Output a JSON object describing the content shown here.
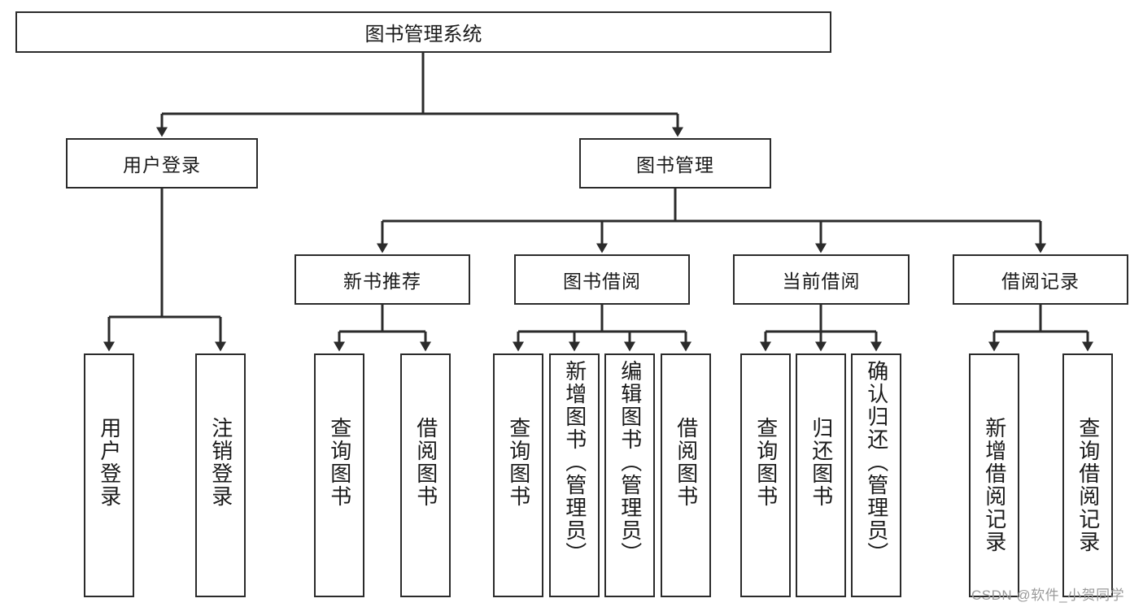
{
  "diagram": {
    "title": "图书管理系统",
    "type": "tree-hierarchy",
    "root": {
      "label": "图书管理系统"
    },
    "level2": [
      {
        "label": "用户登录"
      },
      {
        "label": "图书管理"
      }
    ],
    "level3": [
      {
        "label": "新书推荐"
      },
      {
        "label": "图书借阅"
      },
      {
        "label": "当前借阅"
      },
      {
        "label": "借阅记录"
      }
    ],
    "leaves": {
      "user_login": [
        {
          "label": "用户登录"
        },
        {
          "label": "注销登录"
        }
      ],
      "new_book_recommend": [
        {
          "label": "查询图书"
        },
        {
          "label": "借阅图书"
        }
      ],
      "book_borrow": [
        {
          "label": "查询图书"
        },
        {
          "label": "新增图书（管理员）"
        },
        {
          "label": "编辑图书（管理员）"
        },
        {
          "label": "借阅图书"
        }
      ],
      "current_borrow": [
        {
          "label": "查询图书"
        },
        {
          "label": "归还图书"
        },
        {
          "label": "确认归还（管理员）"
        }
      ],
      "borrow_record": [
        {
          "label": "新增借阅记录"
        },
        {
          "label": "查询借阅记录"
        }
      ]
    }
  },
  "watermark": {
    "text": "CSDN @软件_小贺同学"
  },
  "colors": {
    "box_border": "#2b2b2b",
    "box_fill": "#ffffff",
    "connector": "#2b2b2b",
    "text": "#1a1a1a",
    "watermark": "#9a9a9a"
  }
}
